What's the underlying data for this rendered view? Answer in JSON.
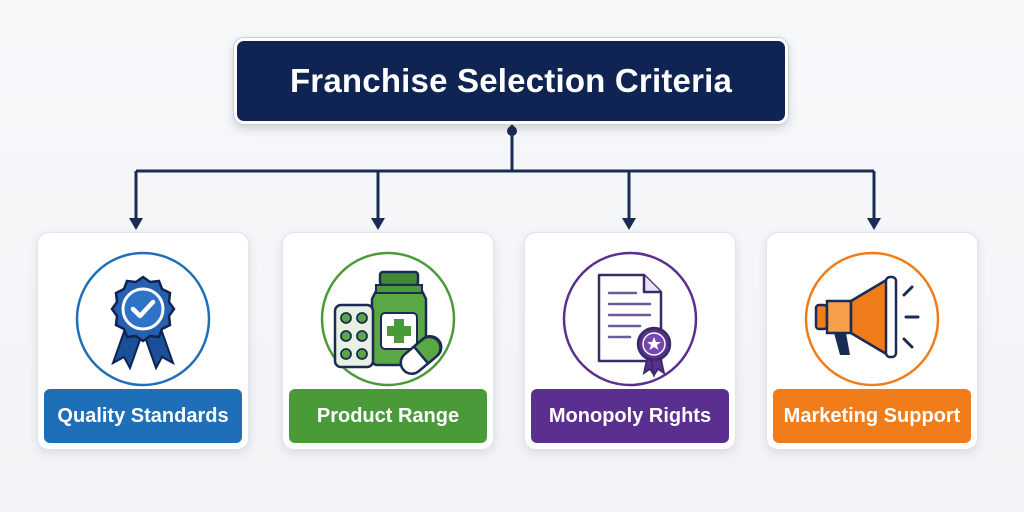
{
  "title": "Franchise Selection Criteria",
  "colors": {
    "title_bg": "#0f2452",
    "connector": "#1a2b54"
  },
  "criteria": [
    {
      "label": "Quality Standards",
      "icon": "award-ribbon-checkmark-icon",
      "color": "#1f6fb8"
    },
    {
      "label": "Product Range",
      "icon": "medicine-bottle-pills-icon",
      "color": "#4b9a3a"
    },
    {
      "label": "Monopoly Rights",
      "icon": "certificate-document-seal-icon",
      "color": "#5b2f8f"
    },
    {
      "label": "Marketing Support",
      "icon": "megaphone-icon",
      "color": "#f07c1a"
    }
  ]
}
